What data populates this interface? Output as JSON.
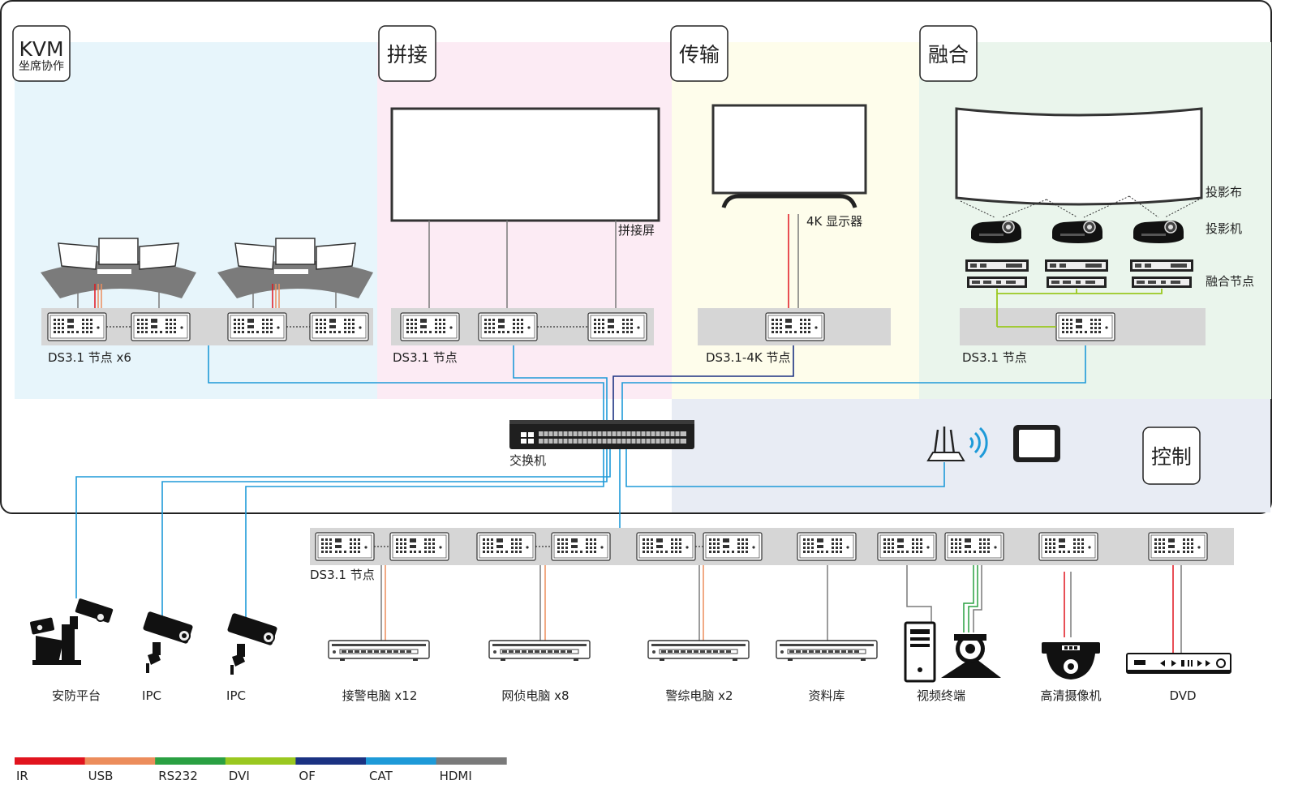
{
  "sections": {
    "kvm": {
      "title": "KVM",
      "subtitle": "坐席协作"
    },
    "splice": {
      "title": "拼接"
    },
    "transmit": {
      "title": "传输"
    },
    "fusion": {
      "title": "融合"
    },
    "control": {
      "title": "控制"
    }
  },
  "labels": {
    "splice_screen": "拼接屏",
    "display_4k": "4K 显示器",
    "screen_cloth": "投影布",
    "projector": "投影机",
    "fusion_node": "融合节点",
    "kvm_nodes": "DS3.1 节点 x6",
    "splice_nodes": "DS3.1 节点",
    "transmit_node": "DS3.1-4K 节点",
    "fusion_nodes": "DS3.1 节点",
    "switch": "交换机",
    "bottom_nodes": "DS3.1 节点"
  },
  "devices": {
    "security": "安防平台",
    "ipc1": "IPC",
    "ipc2": "IPC",
    "alarm_pc": "接警电脑 x12",
    "net_pc": "网侦电脑 x8",
    "police_pc": "警综电脑 x2",
    "database": "资料库",
    "video_terminal": "视频终端",
    "hd_camera": "高清摄像机",
    "dvd": "DVD"
  },
  "legend": [
    {
      "label": "IR",
      "color": "#e1141e"
    },
    {
      "label": "USB",
      "color": "#ec8d5c"
    },
    {
      "label": "RS232",
      "color": "#2aa042"
    },
    {
      "label": "DVI",
      "color": "#9ac820"
    },
    {
      "label": "OF",
      "color": "#1b3282"
    },
    {
      "label": "CAT",
      "color": "#1e9ad8"
    },
    {
      "label": "HDMI",
      "color": "#7a7a7a"
    }
  ],
  "colors": {
    "kvm_bg": "#e7f5fb",
    "splice_bg": "#fcebf4",
    "transmit_bg": "#fefdeb",
    "fusion_bg": "#eaf5ec",
    "control_bg": "#e8ecf4",
    "bar": "#d6d6d6",
    "cat": "#1e9ad8",
    "of": "#1b3282",
    "hdmi": "#7a7a7a",
    "ir": "#e1141e",
    "usb": "#ec8d5c",
    "rs232": "#2aa042",
    "dvi": "#9ac820"
  }
}
